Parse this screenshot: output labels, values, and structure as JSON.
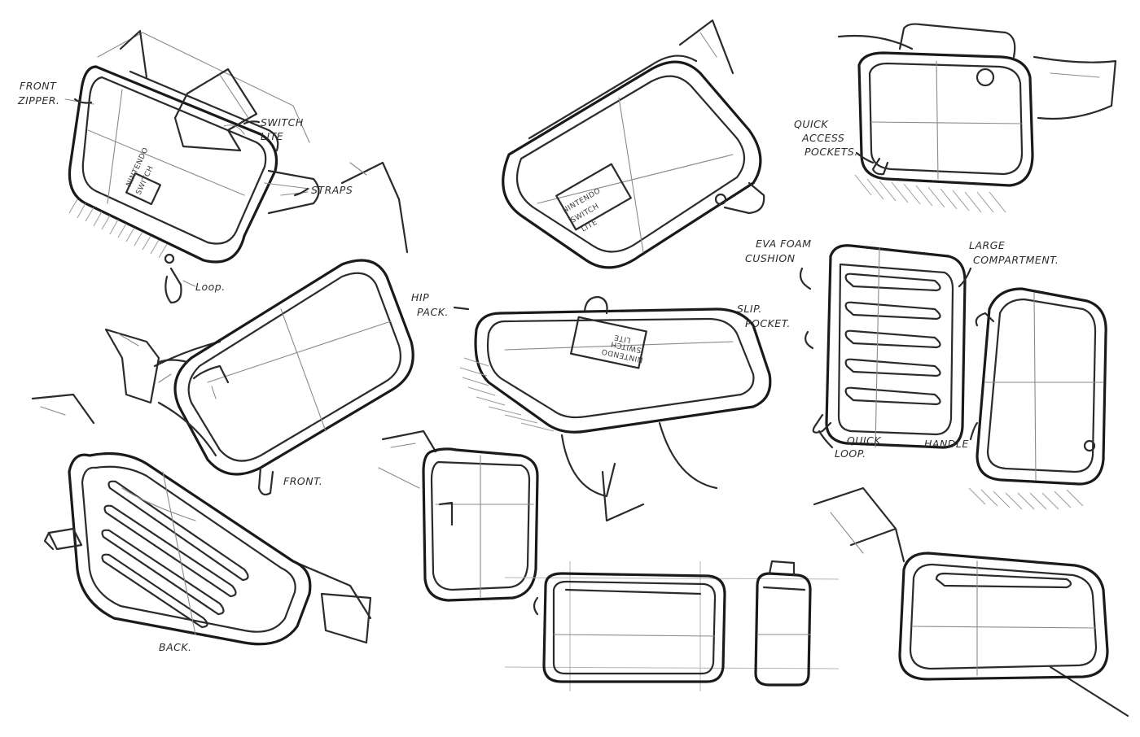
{
  "annotations": {
    "front_zipper": [
      "FRONT",
      "ZIPPER."
    ],
    "switch_lite": [
      "SWITCH",
      "LITE"
    ],
    "straps": "STRAPS",
    "loop": "Loop.",
    "hip_pack": [
      "HIP",
      "PACK."
    ],
    "front": "FRONT.",
    "back": "BACK.",
    "quick_access_pockets": [
      "QUICK",
      "ACCESS",
      "POCKETS."
    ],
    "eva_foam_cushion": [
      "EVA FOAM",
      "CUSHION"
    ],
    "large_compartment": [
      "LARGE",
      "COMPARTMENT."
    ],
    "slip_pocket": [
      "SLIP.",
      "POCKET."
    ],
    "quick_loop": [
      "QUICK",
      "LOOP."
    ],
    "handle": "HANDLE"
  },
  "product_labels": {
    "label_a": [
      "NINTENDO",
      "SWITCH",
      "LITE"
    ],
    "label_b": [
      "NINTENDO",
      "SWITCH",
      "LITE"
    ],
    "label_c": [
      "NINTENDO",
      "SWITCH"
    ]
  }
}
